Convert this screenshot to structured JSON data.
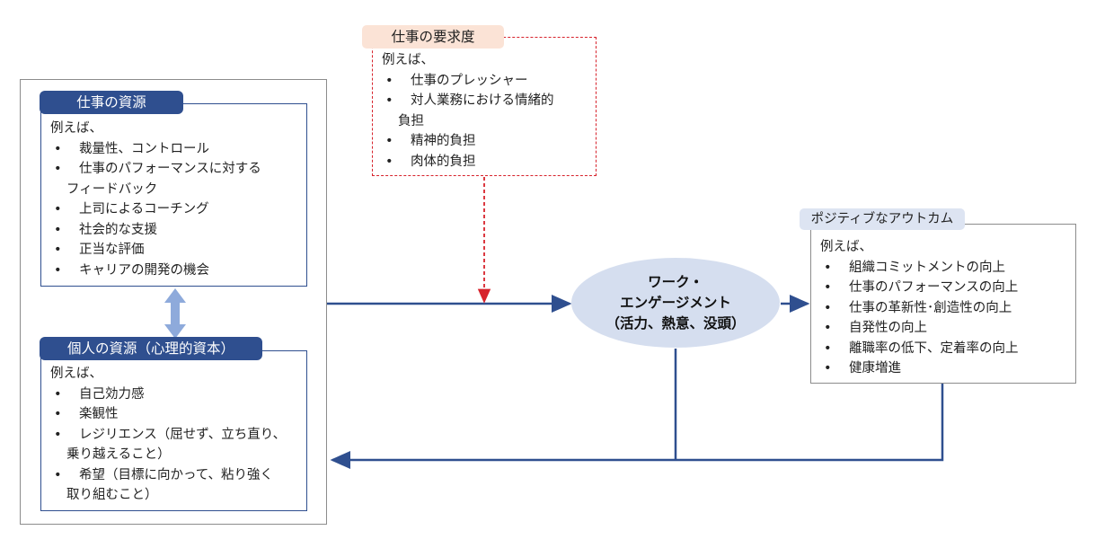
{
  "job_resources": {
    "title": "仕事の資源",
    "intro": "例えば、",
    "items": [
      "裁量性、コントロール",
      "仕事のパフォーマンスに対する",
      "フィードバック",
      "上司によるコーチング",
      "社会的な支援",
      "正当な評価",
      "キャリアの開発の機会"
    ]
  },
  "personal_resources": {
    "title": "個人の資源（心理的資本）",
    "intro": "例えば、",
    "items": [
      "自己効力感",
      "楽観性",
      "レジリエンス（屈せず、立ち直り、",
      "乗り越えること）",
      "希望（目標に向かって、粘り強く",
      "取り組むこと）"
    ]
  },
  "job_demands": {
    "title": "仕事の要求度",
    "intro": "例えば、",
    "items": [
      "仕事のプレッシャー",
      "対人業務における情緒的",
      "負担",
      "精神的負担",
      "肉体的負担"
    ]
  },
  "engagement": {
    "line1": "ワーク・",
    "line2": "エンゲージメント",
    "line3": "（活力、熱意、没頭）"
  },
  "outcomes": {
    "title": "ポジティブなアウトカム",
    "intro": "例えば、",
    "items": [
      "組織コミットメントの向上",
      "仕事のパフォーマンスの向上",
      "仕事の革新性･創造性の向上",
      "自発性の向上",
      "離職率の低下、定着率の向上",
      "健康増進"
    ]
  },
  "colors": {
    "dark_blue": "#2f4f8f",
    "light_blue_arrow": "#8eaadb",
    "dashed_red": "#d7222b",
    "ellipse_fill": "#d5deef",
    "demand_tag_fill": "#fbe3d6",
    "outcome_tag_fill": "#dde4f2"
  }
}
